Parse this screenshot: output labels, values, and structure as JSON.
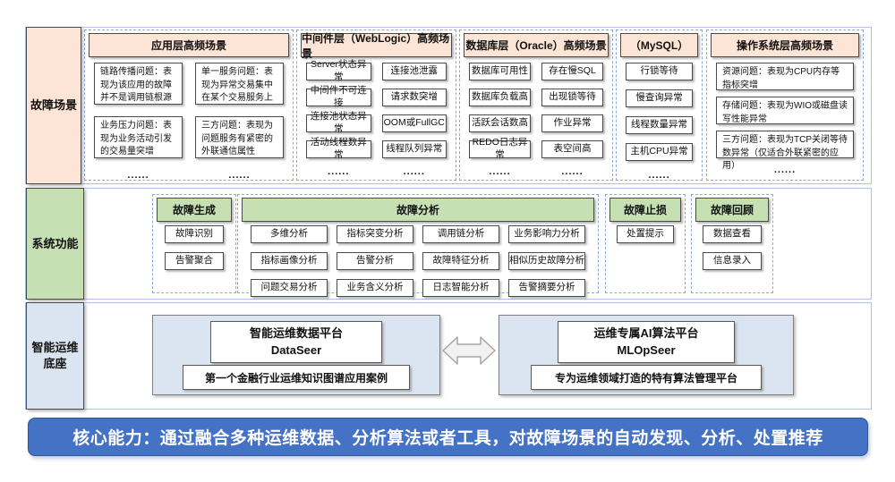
{
  "colors": {
    "pink": "#fce4d6",
    "green": "#c6e0b4",
    "light_blue": "#dbe5f1",
    "banner_blue": "#4472c4",
    "dashed_border": "#8ea9db"
  },
  "scenarios": {
    "label": "故障场景",
    "groups": [
      {
        "title": "应用层高频场景",
        "items": [
          "链路传播问题：表现为该应用的故障并不是调用链根源",
          "单一服务问题：表现为异常交易集中在某个交易服务上",
          "业务压力问题：表现为业务活动引发的交易量突增",
          "三方问题：表现为问题服务有紧密的外联通信属性"
        ],
        "dots": [
          "......",
          "......"
        ]
      },
      {
        "title": "中间件层（WebLogic）高频场景",
        "items": [
          "Server状态异常",
          "连接池泄露",
          "中间件不可连接",
          "请求数突增",
          "连接池状态异常",
          "OOM或FullGC",
          "活动线程数异常",
          "线程队列异常"
        ],
        "dots": [
          "......",
          "......"
        ]
      },
      {
        "title": "数据库层（Oracle）高频场景",
        "items": [
          "数据库可用性",
          "存在慢SQL",
          "数据库负载高",
          "出现锁等待",
          "活跃会话数高",
          "作业异常",
          "REDO日志异常",
          "表空间高"
        ],
        "dots": [
          "......",
          "......"
        ]
      },
      {
        "title": "（MySQL）",
        "items": [
          "行锁等待",
          "慢查询异常",
          "线程数量异常",
          "主机CPU异常"
        ],
        "dots": [
          "......"
        ]
      },
      {
        "title": "操作系统层高频场景",
        "items": [
          "资源问题：表现为CPU内存等指标突增",
          "存储问题：表现为WIO或磁盘读写性能异常",
          "三方问题：表现为TCP关闭等待数异常（仅适合外联紧密的应用）"
        ],
        "dots": [
          "......"
        ]
      }
    ]
  },
  "functions": {
    "label": "系统功能",
    "groups": [
      {
        "title": "故障生成",
        "items": [
          "故障识别",
          "告警聚合"
        ]
      },
      {
        "title": "故障分析",
        "items": [
          "多维分析",
          "指标突变分析",
          "调用链分析",
          "业务影响力分析",
          "指标画像分析",
          "告警分析",
          "故障特征分析",
          "相似历史故障分析",
          "问题交易分析",
          "业务含义分析",
          "日志智能分析",
          "告警摘要分析"
        ]
      },
      {
        "title": "故障止损",
        "items": [
          "处置提示"
        ]
      },
      {
        "title": "故障回顾",
        "items": [
          "数据查看",
          "信息录入"
        ]
      }
    ]
  },
  "foundation": {
    "label_line1": "智能运维",
    "label_line2": "底座",
    "data_platform": {
      "title_line1": "智能运维数据平台",
      "title_line2": "DataSeer",
      "subtitle": "第一个金融行业运维知识图谱应用案例"
    },
    "algo_platform": {
      "title_line1": "运维专属AI算法平台",
      "title_line2": "MLOpSeer",
      "subtitle": "专为运维领域打造的特有算法管理平台"
    },
    "arrow_icon": "bidirectional-arrow"
  },
  "footer": {
    "text": "核心能力：通过融合多种运维数据、分析算法或者工具，对故障场景的自动发现、分析、处置推荐"
  }
}
